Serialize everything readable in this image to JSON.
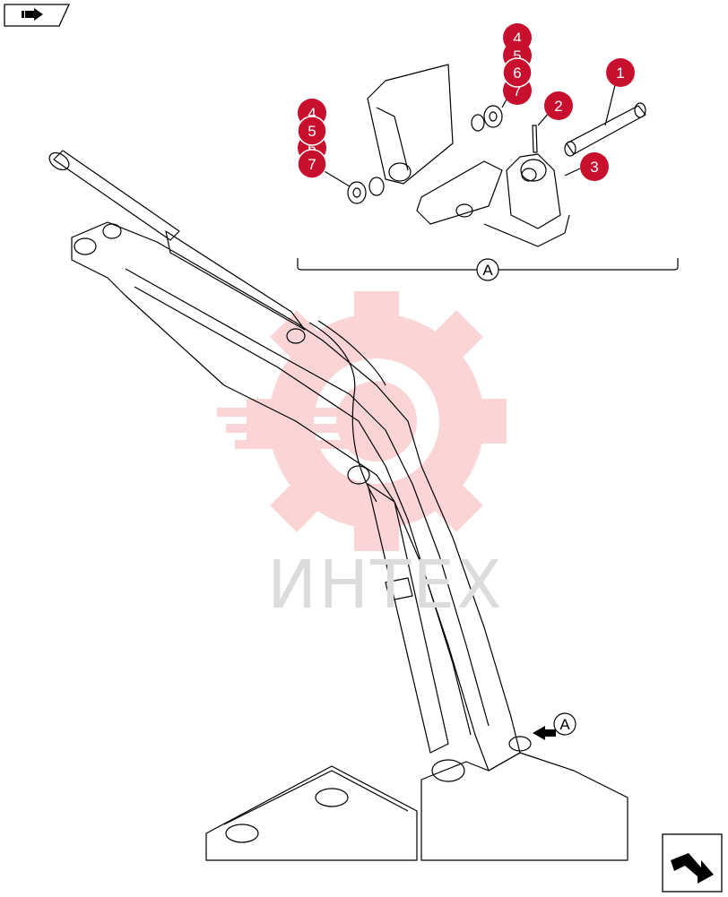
{
  "colors": {
    "callout": "#c8102e",
    "line": "#000000",
    "watermark": "#f26b6b"
  },
  "nav": {
    "back_icon": "page-back-icon",
    "forward_icon": "page-forward-icon"
  },
  "watermark": {
    "text": "ИНТЕХ",
    "icon": "gear-logo-icon"
  },
  "callouts": [
    {
      "label": "1"
    },
    {
      "label": "2"
    },
    {
      "label": "3"
    },
    {
      "label": "4"
    },
    {
      "label": "5"
    },
    {
      "label": "6"
    },
    {
      "label": "7"
    },
    {
      "label": "4"
    },
    {
      "label": "5"
    },
    {
      "label": "6"
    },
    {
      "label": "7"
    }
  ],
  "detail": {
    "view_label": "A",
    "arrow_label": "A"
  }
}
